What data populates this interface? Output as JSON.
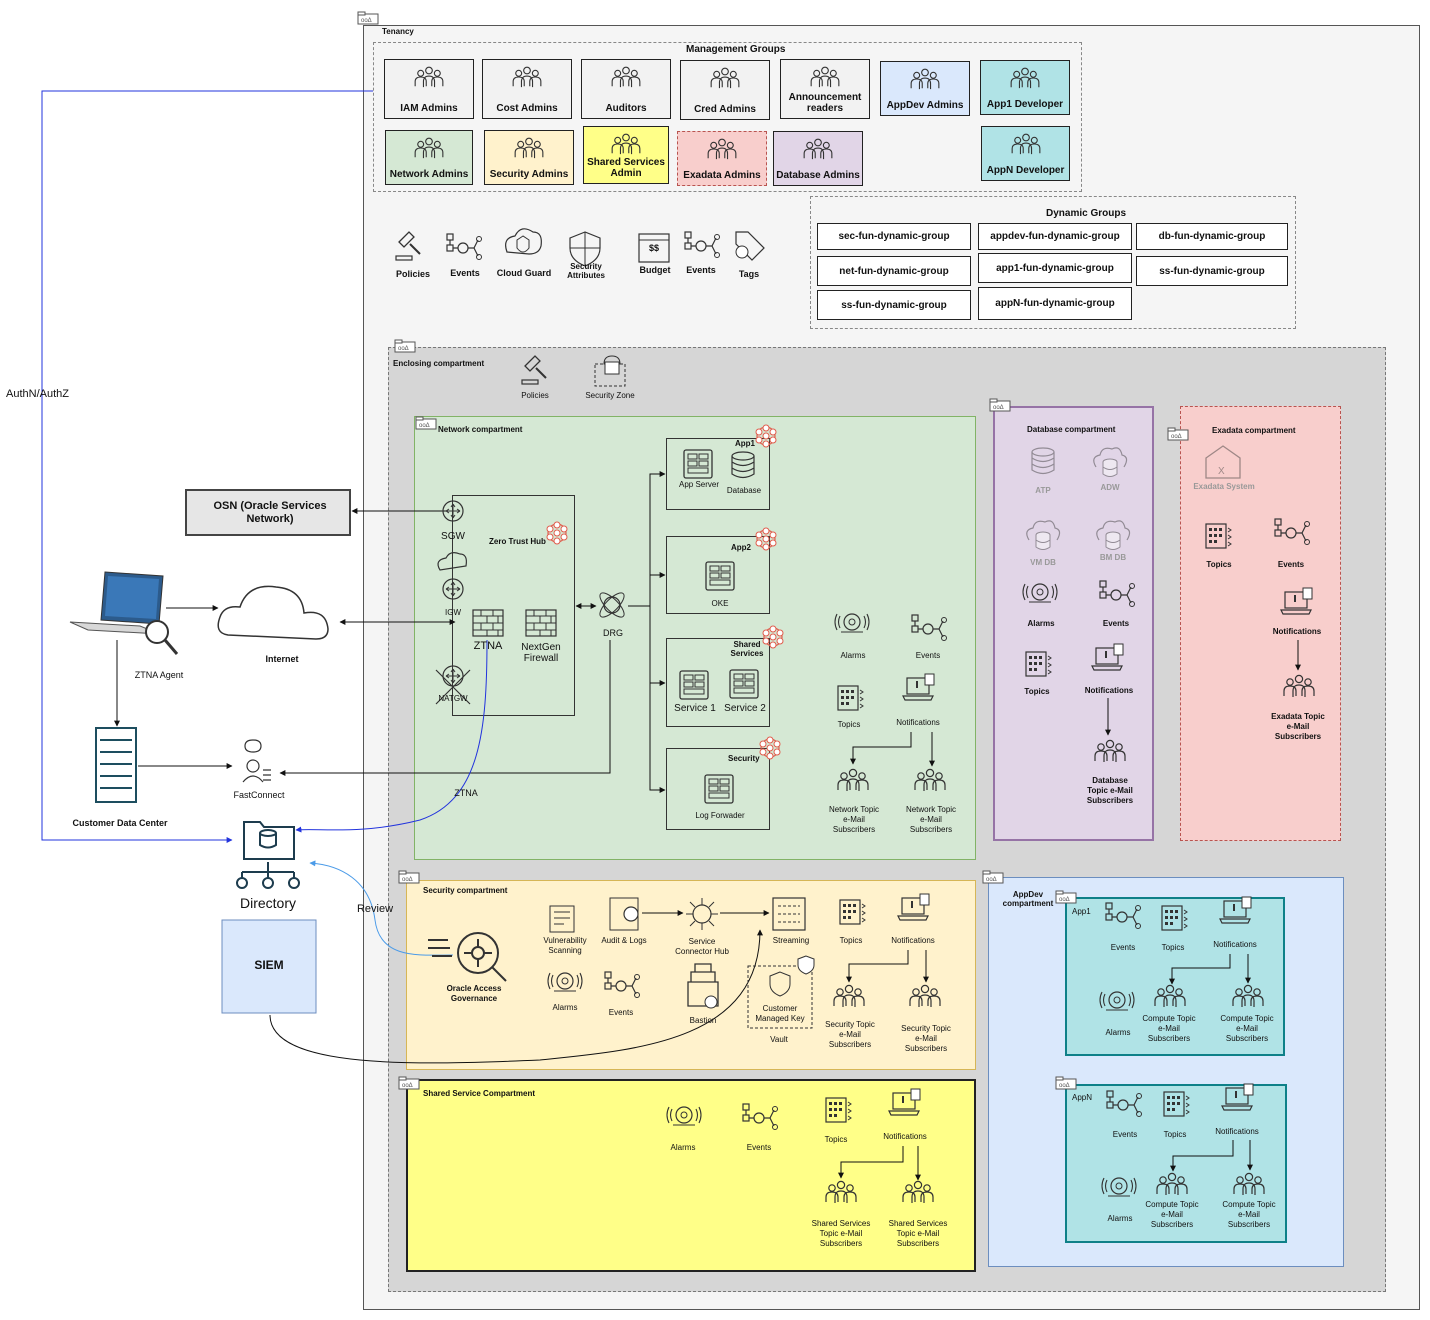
{
  "tenancy": {
    "label": "Tenancy"
  },
  "management": {
    "title": "Management Groups",
    "groups": [
      {
        "label": "IAM Admins",
        "color": "#f2f2f2"
      },
      {
        "label": "Cost Admins",
        "color": "#f2f2f2"
      },
      {
        "label": "Auditors",
        "color": "#f2f2f2"
      },
      {
        "label": "Cred Admins",
        "color": "#f2f2f2"
      },
      {
        "label": "Announcement readers",
        "color": "#f2f2f2"
      },
      {
        "label": "AppDev Admins",
        "color": "#dae8fc"
      },
      {
        "label": "App1 Developer",
        "color": "#b0e3e6"
      },
      {
        "label": "Network Admins",
        "color": "#d5e8d4"
      },
      {
        "label": "Security Admins",
        "color": "#fff2cc"
      },
      {
        "label": "Shared Services Admin",
        "color": "#ffff88"
      },
      {
        "label": "Exadata Admins",
        "color": "#f8cecc"
      },
      {
        "label": "Database Admins",
        "color": "#e1d5e7"
      },
      {
        "label": "AppN Developer",
        "color": "#b0e3e6"
      }
    ]
  },
  "tenancy_services": [
    "Policies",
    "Events",
    "Cloud Guard",
    "Security Attributes",
    "Budget",
    "Events",
    "Tags"
  ],
  "budget_icon_text": "$$",
  "dynamic": {
    "title": "Dynamic Groups",
    "groups": [
      "sec-fun-dynamic-group",
      "appdev-fun-dynamic-group",
      "db-fun-dynamic-group",
      "net-fun-dynamic-group",
      "app1-fun-dynamic-group",
      "ss-fun-dynamic-group",
      "ss-fun-dynamic-group",
      "appN-fun-dynamic-group"
    ]
  },
  "enclosing": {
    "label": "Enclosing compartment",
    "policies": "Policies",
    "security_zone": "Security Zone"
  },
  "network": {
    "label": "Network compartment",
    "zero_trust_hub": "Zero Trust Hub",
    "sgw": "SGW",
    "igw": "IGW",
    "natgw": "NATGW",
    "ztna": "ZTNA",
    "firewall": "NextGen Firewall",
    "drg": "DRG",
    "app1": {
      "title": "App1",
      "app_server": "App Server",
      "database": "Database"
    },
    "app2": {
      "title": "App2",
      "oke": "OKE"
    },
    "shared": {
      "title": "Shared Services",
      "service1": "Service 1",
      "service2": "Service 2"
    },
    "security": {
      "title": "Security",
      "log_forwarder": "Log  Forwader"
    },
    "alarms": "Alarms",
    "events": "Events",
    "topics": "Topics",
    "notifications": "Notifications",
    "sub1": "Network Topic e-Mail Subscribers",
    "sub2": "Network Topic e-Mail Subscribers"
  },
  "database": {
    "label": "Database compartment",
    "atp": "ATP",
    "adw": "ADW",
    "vmdb": "VM DB",
    "bmdb": "BM DB",
    "alarms": "Alarms",
    "events": "Events",
    "topics": "Topics",
    "notifications": "Notifications",
    "sub": "Database Topic e-Mail Subscribers"
  },
  "exadata": {
    "label": "Exadata compartment",
    "system": "Exadata System",
    "topics": "Topics",
    "events": "Events",
    "notifications": "Notifications",
    "sub": "Exadata Topic e-Mail Subscribers"
  },
  "security": {
    "label": "Security compartment",
    "vuln": "Vulnerability Scanning",
    "audit": "Audit & Logs",
    "sch": "Service Connector Hub",
    "streaming": "Streaming",
    "topics": "Topics",
    "notifications": "Notifications",
    "oag": "Oracle Access Governance",
    "alarms": "Alarms",
    "events": "Events",
    "bastion": "Bastion",
    "cmk": "Customer Managed Key",
    "vault": "Vault",
    "sub1": "Security Topic e-Mail Subscribers",
    "sub2": "Security Topic e-Mail Subscribers"
  },
  "shared_comp": {
    "label": "Shared Service Compartment",
    "alarms": "Alarms",
    "events": "Events",
    "topics": "Topics",
    "notifications": "Notifications",
    "sub1": "Shared Services Topic e-Mail Subscribers",
    "sub2": "Shared Services Topic e-Mail Subscribers"
  },
  "appdev": {
    "label": "AppDev compartment",
    "app1": {
      "label": "App1",
      "events": "Events",
      "topics": "Topics",
      "notifications": "Notifications",
      "alarms": "Alarms",
      "sub1": "Compute Topic e-Mail Subscribers",
      "sub2": "Compute Topic e-Mail Subscribers"
    },
    "appn": {
      "label": "AppN",
      "events": "Events",
      "topics": "Topics",
      "notifications": "Notifications",
      "alarms": "Alarms",
      "sub1": "Compute Topic e-Mail Subscribers",
      "sub2": "Compute Topic e-Mail Subscribers"
    }
  },
  "external": {
    "authn": "AuthN/AuthZ",
    "osn": "OSN (Oracle Services Network)",
    "internet": "Internet",
    "ztna_agent": "ZTNA Agent",
    "customer_dc": "Customer Data Center",
    "fastconnect": "FastConnect",
    "ztna": "ZTNA",
    "directory": "Directory",
    "review": "Review",
    "siem": "SIEM"
  }
}
